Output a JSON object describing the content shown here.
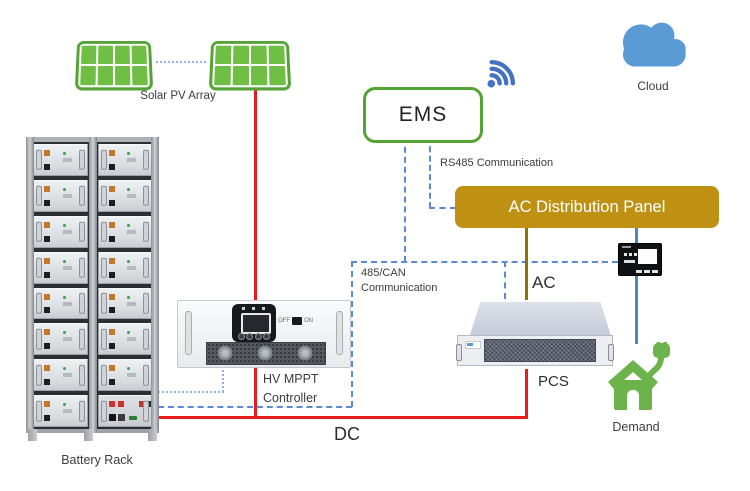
{
  "nodes": {
    "solar": {
      "label": "Solar PV Array"
    },
    "ems": {
      "label": "EMS"
    },
    "cloud": {
      "label": "Cloud"
    },
    "ac_panel": {
      "label": "AC Distribution Panel"
    },
    "mppt": {
      "label_line1": "HV MPPT",
      "label_line2": "Controller",
      "switch_off": "OFF",
      "switch_on": "ON"
    },
    "pcs": {
      "label": "PCS"
    },
    "battery": {
      "label": "Battery Rack",
      "rows": 8,
      "columns": 2
    },
    "demand": {
      "label": "Demand"
    }
  },
  "connections": {
    "rs485": {
      "label": "RS485 Communication"
    },
    "can": {
      "label_line1": "485/CAN",
      "label_line2": "Communication"
    },
    "ac": {
      "label": "AC"
    },
    "dc": {
      "label": "DC"
    }
  },
  "colors": {
    "red": "#e81c1c",
    "gold": "#bf9113",
    "gold_dark": "#8b7400",
    "comm_blue": "#5b8ad0",
    "dot_blue": "#8fb3e0",
    "ac_blue": "#4a86c8",
    "green_border": "#55a335",
    "green_fill": "#6fbf44",
    "house_green": "#6cb34c",
    "cloud_blue": "#5b9bd5",
    "wifi_blue": "#4472c4"
  }
}
